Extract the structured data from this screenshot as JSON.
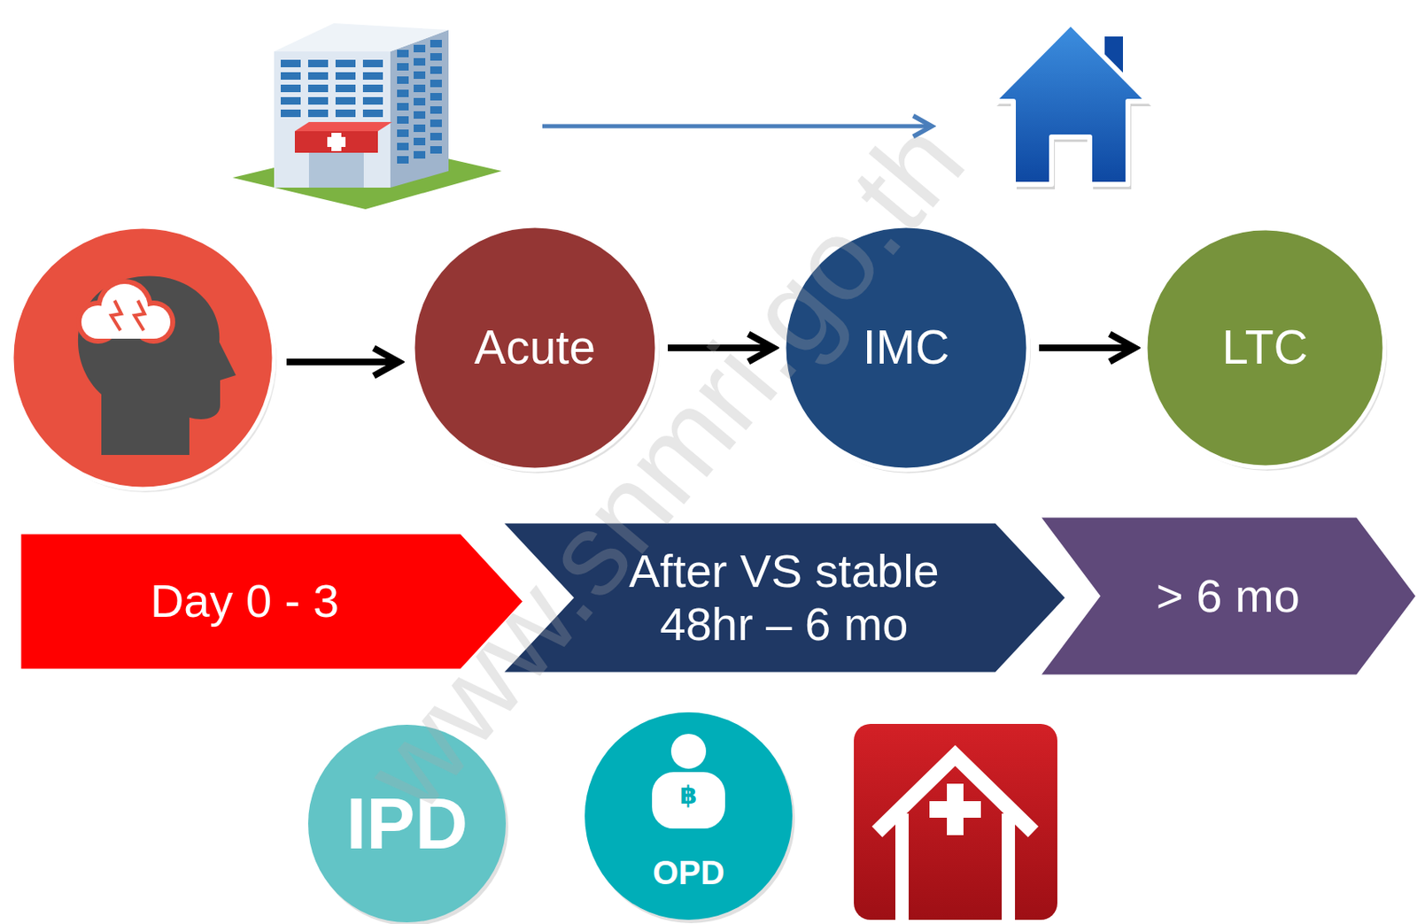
{
  "diagram": {
    "nodes": [
      {
        "text": [
          "Acute"
        ]
      },
      {
        "text": [
          "IMC"
        ]
      },
      {
        "text": [
          "LTC"
        ]
      },
      {
        "text": [
          "Day 0 - 3"
        ]
      },
      {
        "text": [
          "After VS stable 48hr – 6 mo"
        ]
      },
      {
        "text": [
          "> 6 mo"
        ]
      },
      {
        "text": [
          "IPD"
        ]
      },
      {
        "text": [
          "฿",
          "OPD"
        ]
      }
    ],
    "edges": [
      {
        "from": 0,
        "to": 1,
        "arrow": "to"
      },
      {
        "from": 1,
        "to": 2,
        "arrow": "to"
      }
    ],
    "labels": [
      "www.snmri.go.th"
    ]
  }
}
